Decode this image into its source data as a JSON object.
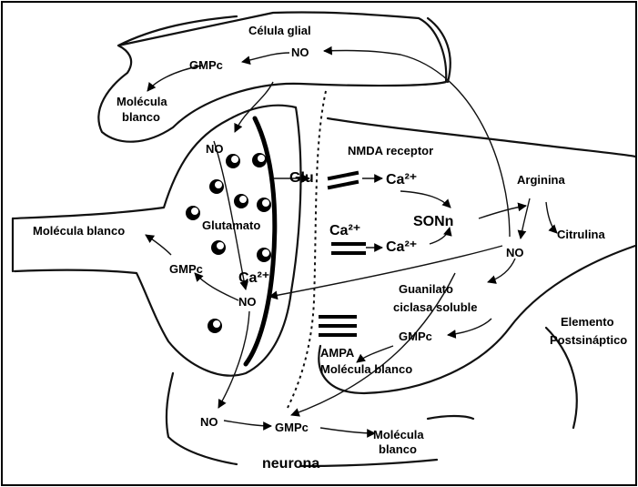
{
  "labels": {
    "glial_cell": "Célula glial",
    "no_glial": "NO",
    "gmpc_glial": "GMPc",
    "target_molecule_glial": "Molécula",
    "target_molecule_glial_2": "blanco",
    "no_upper_pre": "NO",
    "nmda_receptor": "NMDA receptor",
    "glu": "Glu",
    "ca_nmda": "Ca²⁺",
    "arginina": "Arginina",
    "sonn": "SONn",
    "citrulina": "Citrulina",
    "glutamato": "Glutamato",
    "ca_channel": "Ca²⁺",
    "ca_channel_out": "Ca²⁺",
    "ca_pre": "Ca²⁺",
    "molecula_blanco_left": "Molécula blanco",
    "gmpc_left": "GMPc",
    "no_pre": "NO",
    "no_post": "NO",
    "guanilato": "Guanilato",
    "ciclasa": "ciclasa soluble",
    "gmpc_post": "GMPc",
    "elemento": "Elemento",
    "postsinaptico": "Postsináptico",
    "ampa": "AMPA",
    "molecula_blanco_post": "Molécula  blanco",
    "no_bottom": "NO",
    "gmpc_bottom": "GMPc",
    "molecula_bottom": "Molécula",
    "blanco_bottom": "blanco",
    "neurona": "neurona"
  },
  "colors": {
    "ink": "#111111",
    "background": "#ffffff"
  }
}
